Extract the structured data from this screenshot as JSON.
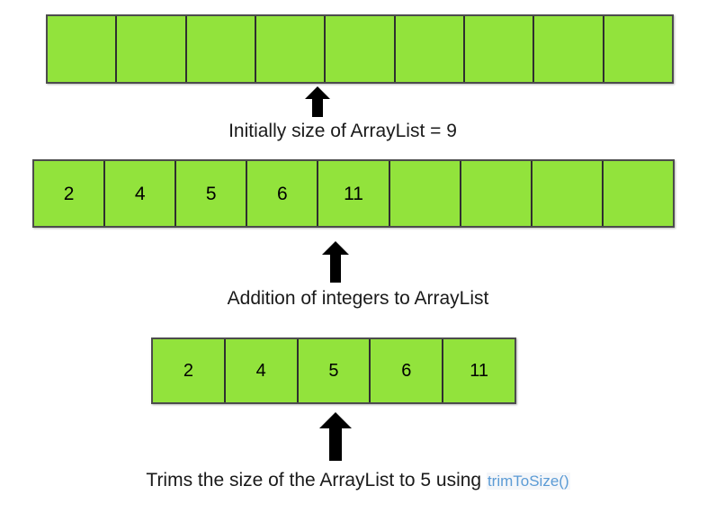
{
  "diagram": {
    "title": "ArrayList trimToSize illustration",
    "colors": {
      "cell_fill": "#92e33c",
      "cell_border": "#2f2f2f",
      "outer_border": "#4c4c4c",
      "caption_text": "#1a1a1a",
      "code_accent": "#5b9bd5",
      "background": "#ffffff"
    },
    "rows": [
      {
        "id": "initial",
        "capacity": 9,
        "cells": [
          "",
          "",
          "",
          "",
          "",
          "",
          "",
          "",
          ""
        ],
        "caption": "Initially size of ArrayList = 9",
        "arrow": "up-arrow-icon"
      },
      {
        "id": "filled",
        "capacity": 9,
        "cells": [
          "2",
          "4",
          "5",
          "6",
          "11",
          "",
          "",
          "",
          ""
        ],
        "caption": "Addition of integers to ArrayList",
        "arrow": "up-arrow-icon"
      },
      {
        "id": "trimmed",
        "capacity": 5,
        "cells": [
          "2",
          "4",
          "5",
          "6",
          "11"
        ],
        "caption_prefix": "Trims the size of the ArrayList to 5 using ",
        "caption_code": "trimToSize()",
        "arrow": "up-arrow-icon"
      }
    ]
  }
}
